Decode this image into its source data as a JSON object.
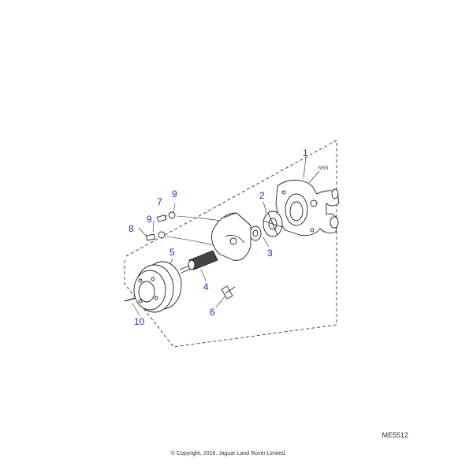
{
  "diagram": {
    "reference": "ME5512",
    "copyright": "© Copyright, 2016. Jaguar Land Rover Limited.",
    "side_label": "NSS",
    "callouts": {
      "c1": "1",
      "c2": "2",
      "c3": "3",
      "c4": "4",
      "c5": "5",
      "c6": "6",
      "c7": "7",
      "c8": "8",
      "c9a": "9",
      "c9b": "9",
      "c10": "10"
    }
  },
  "colors": {
    "callout_text": "#1f2fd0",
    "line_art": "#222222",
    "background": "#ffffff"
  }
}
